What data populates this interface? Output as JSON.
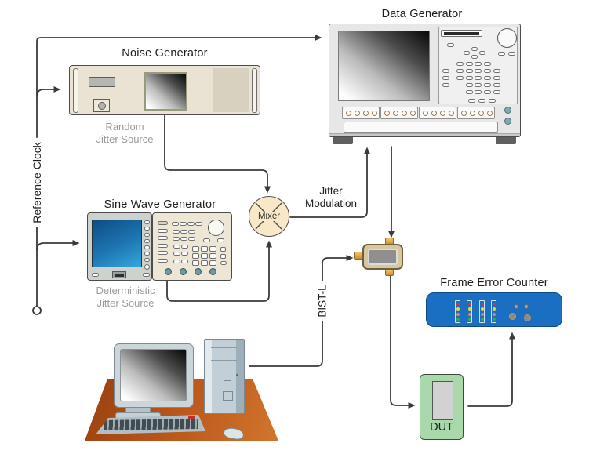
{
  "diagram": {
    "nodes": {
      "noise_generator": {
        "title": "Noise Generator",
        "subtitle": [
          "Random",
          "Jitter Source"
        ]
      },
      "data_generator": {
        "title": "Data Generator"
      },
      "sine_wave_generator": {
        "title": "Sine Wave Generator",
        "subtitle": [
          "Deterministic",
          "Jitter Source"
        ]
      },
      "mixer": {
        "label": "Mixer"
      },
      "frame_error_counter": {
        "title": "Frame Error Counter"
      },
      "dut": {
        "label": "DUT"
      }
    },
    "edges": {
      "reference_clock": {
        "label": "Reference Clock"
      },
      "jitter_modulation": {
        "label": [
          "Jitter",
          "Modulation"
        ]
      },
      "bist_l": {
        "label": "BIST-L"
      }
    },
    "colors": {
      "wire": "#3a3a3a",
      "instrument_beige": "#EAE3D4",
      "instrument_gray": "#E7E7E7",
      "mixer_fill": "#F8E8C7",
      "fec_blue": "#1A6FC2",
      "dut_green": "#A9D9AB",
      "screen_blue": "#1D76B2",
      "mat_orange": "#C2601F",
      "connector_gold": "#E3AC47",
      "subtitle_gray": "#9B9B9B",
      "led_colors": [
        "#E23222",
        "#ECD33E",
        "#EE8057",
        "#3FA83F"
      ]
    }
  }
}
